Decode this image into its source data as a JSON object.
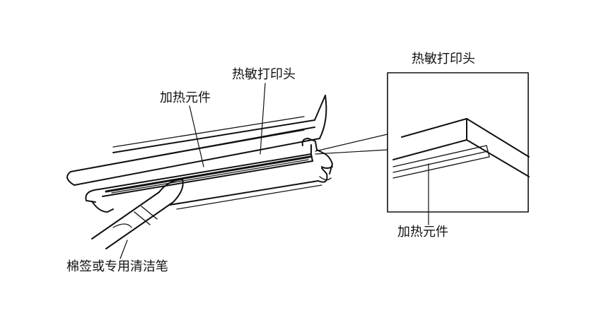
{
  "labels": {
    "thermal_head_main": "热敏打印头",
    "heating_element_main": "加热元件",
    "thermal_head_inset": "热敏打印头",
    "heating_element_inset": "加热元件",
    "cleaning_tool": "棉签或专用清洁笔"
  },
  "colors": {
    "line": "#111111",
    "background": "#ffffff"
  }
}
